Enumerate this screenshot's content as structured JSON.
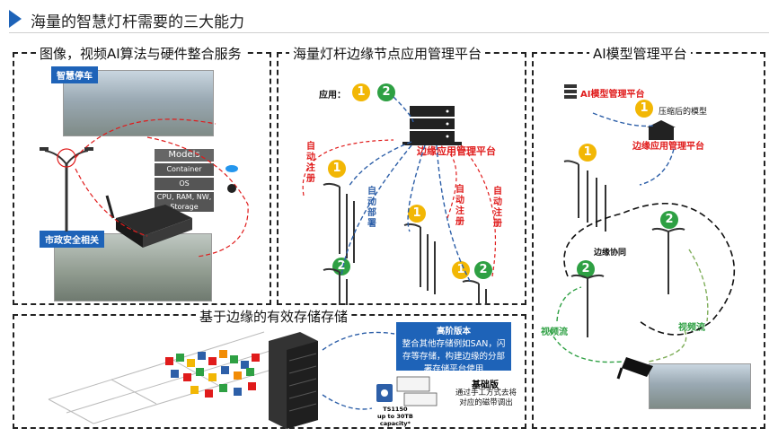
{
  "header": {
    "title": "海量的智慧灯杆需要的三大能力"
  },
  "panel_left": {
    "title": "图像，视频AI算法与硬件整合服务",
    "label_parking": "智慧停车",
    "label_safety": "市政安全相关",
    "stack_title": "Models",
    "stack_layers": [
      "Container",
      "OS",
      "CPU, RAM, NW, Storage"
    ]
  },
  "panel_mid": {
    "title": "海量灯杆边缘节点应用管理平台",
    "app_label": "应用：",
    "platform_label": "边缘应用管理平台",
    "auto_register_1": "自\n动\n注\n册",
    "auto_deploy": "自\n动\n部\n署",
    "auto_register_2": "自\n动\n注\n册",
    "auto_register_3": "自\n动\n注\n册"
  },
  "panel_right": {
    "title": "AI模型管理平台",
    "ai_platform": "AI模型管理平台",
    "compressed": "压缩后的模型",
    "edge_platform": "边缘应用管理平台",
    "edge_coop": "边缘协同",
    "video_stream_left": "视频流",
    "video_stream_right": "视频流"
  },
  "panel_bottom": {
    "title": "基于边缘的有效存储存储",
    "adv_title": "高阶版本",
    "adv_text": "整合其他存储例如SAN，闪存等存储，构建边缘的分部署存储平台使用",
    "basic_title": "基础版",
    "basic_text": "通过手工方式去将对应的磁带调出",
    "tape_label": "TS1150\nup to 30TB\ncapacity*"
  },
  "badges": {
    "one": "1",
    "two": "2"
  },
  "colors": {
    "accent": "#1e63b8",
    "red": "#e01b1b",
    "yellow": "#f2b705",
    "green": "#2ea043"
  }
}
